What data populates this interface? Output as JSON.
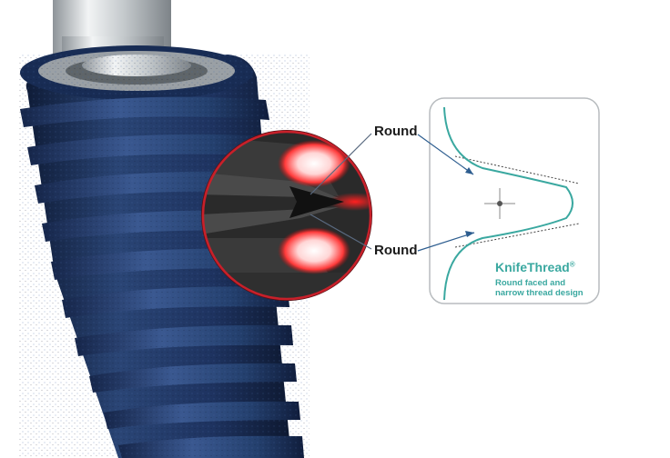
{
  "callouts": {
    "top_label": "Round",
    "bottom_label": "Round"
  },
  "profile_card": {
    "brand_name": "KnifeThread",
    "brand_mark": "®",
    "description_line1": "Round faced and",
    "description_line2": "narrow thread design"
  },
  "colors": {
    "implant_body": "#1f3560",
    "implant_dark": "#0f1c38",
    "abutment": "#cfd3d6",
    "zoom_ring": "#c8202a",
    "thread_glow": "#ff2a2a",
    "profile_curve": "#3aa8a0"
  },
  "icons": {
    "center_marker": "crosshair-icon"
  }
}
